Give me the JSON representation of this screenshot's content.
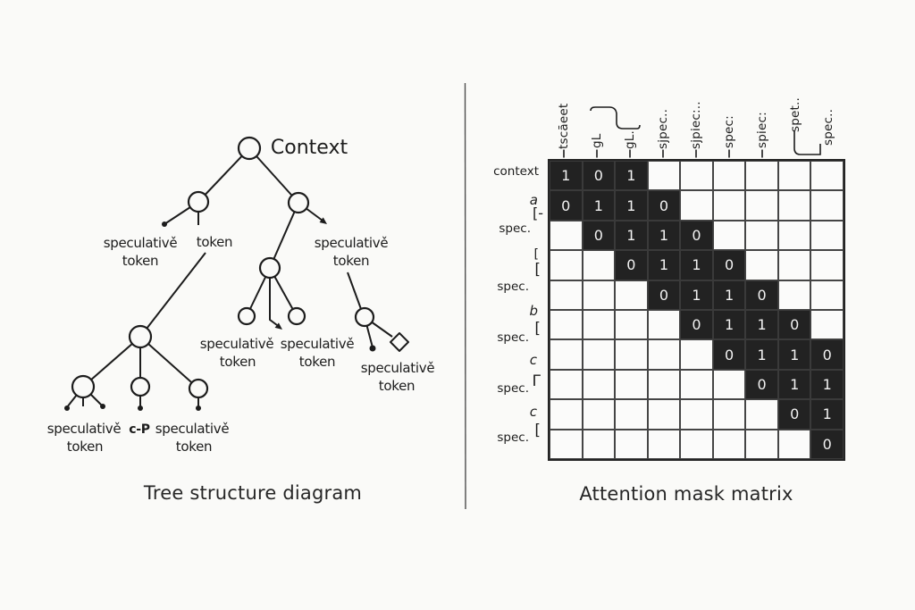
{
  "captions": {
    "left": "Tree structure diagram",
    "right": "Attention mask matrix"
  },
  "tree": {
    "root_label": "Context",
    "token_edge_label": "token",
    "cp_label": "c-P",
    "spec_labels": [
      {
        "l1": "speculativě",
        "l2": "token"
      },
      {
        "l1": "speculativě",
        "l2": "token"
      },
      {
        "l1": "speculativě",
        "l2": "token"
      },
      {
        "l1": "speculativě",
        "l2": "token"
      },
      {
        "l1": "speculativě",
        "l2": "token"
      },
      {
        "l1": "speculativě",
        "l2": "token"
      },
      {
        "l1": "speculativě",
        "l2": "token"
      }
    ]
  },
  "matrix": {
    "col_headers": [
      "tscāeet",
      "gL",
      "gL.",
      "sjpec..",
      "sjpiec:..",
      "spec:",
      "spiec:",
      "spet..",
      "spec.."
    ],
    "row_labels": [
      "context",
      "a",
      "[-",
      "spec.",
      "[",
      "[",
      "spec.",
      "b",
      "[",
      "spec.",
      "c",
      "Γ",
      "spec.",
      "c",
      "[",
      "spec."
    ],
    "cells": [
      [
        "1",
        "0",
        "1",
        "",
        "",
        "",
        "",
        "",
        ""
      ],
      [
        "0",
        "1",
        "1",
        "0",
        "",
        "",
        "",
        "",
        ""
      ],
      [
        "",
        "0",
        "1",
        "1",
        "0",
        "",
        "",
        "",
        ""
      ],
      [
        "",
        "",
        "0",
        "1",
        "1",
        "0",
        "",
        "",
        ""
      ],
      [
        "",
        "",
        "",
        "0",
        "1",
        "1",
        "0",
        "",
        ""
      ],
      [
        "",
        "",
        "",
        "",
        "0",
        "1",
        "1",
        "0",
        ""
      ],
      [
        "",
        "",
        "",
        "",
        "",
        "0",
        "1",
        "1",
        "0"
      ],
      [
        "",
        "",
        "",
        "",
        "",
        "",
        "0",
        "1",
        "1"
      ],
      [
        "",
        "",
        "",
        "",
        "",
        "",
        "",
        "0",
        "1"
      ],
      [
        "",
        "",
        "",
        "",
        "",
        "",
        "",
        "",
        "0"
      ]
    ]
  },
  "colors": {
    "bg": "#fafaf8",
    "ink": "#1c1c1c",
    "cell_black": "#222222",
    "cell_digit": "#f2f2f2"
  }
}
